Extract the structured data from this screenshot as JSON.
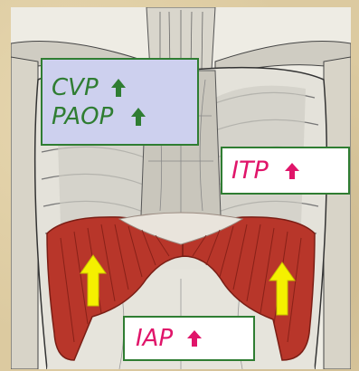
{
  "labels": {
    "cvp": "CVP",
    "paop": "PAOP",
    "itp": "ITP",
    "iap": "IAP"
  },
  "colors": {
    "green": "#2f7d32",
    "magenta": "#e0156a",
    "yellow": "#f5f000",
    "diaphragm_muscle": "#b8362a",
    "cvp_box_bg": "#cdd0ee",
    "white_box_bg": "#ffffff"
  },
  "icons": {
    "cvp_arrow": "arrow-up-icon",
    "paop_arrow": "arrow-up-icon",
    "itp_arrow": "arrow-up-icon",
    "iap_arrow": "arrow-up-icon",
    "left_big_arrow": "arrow-up-icon",
    "right_big_arrow": "arrow-up-icon"
  }
}
